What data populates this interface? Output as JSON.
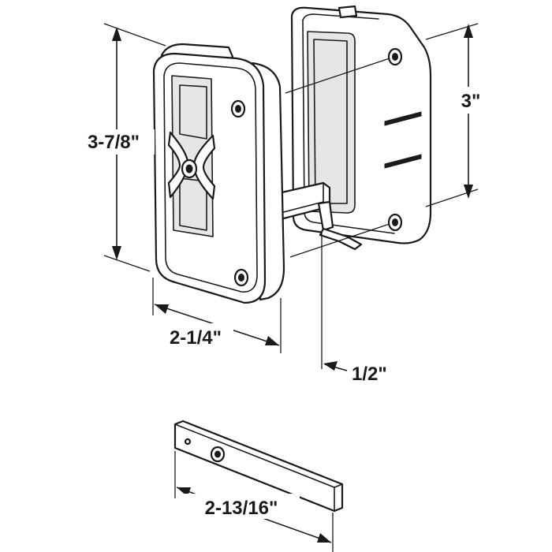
{
  "dimensions": {
    "height_overall": "3-7/8\"",
    "height_mount": "3\"",
    "width": "2-1/4\"",
    "depth": "1/2\"",
    "bar_length": "2-13/16\""
  }
}
